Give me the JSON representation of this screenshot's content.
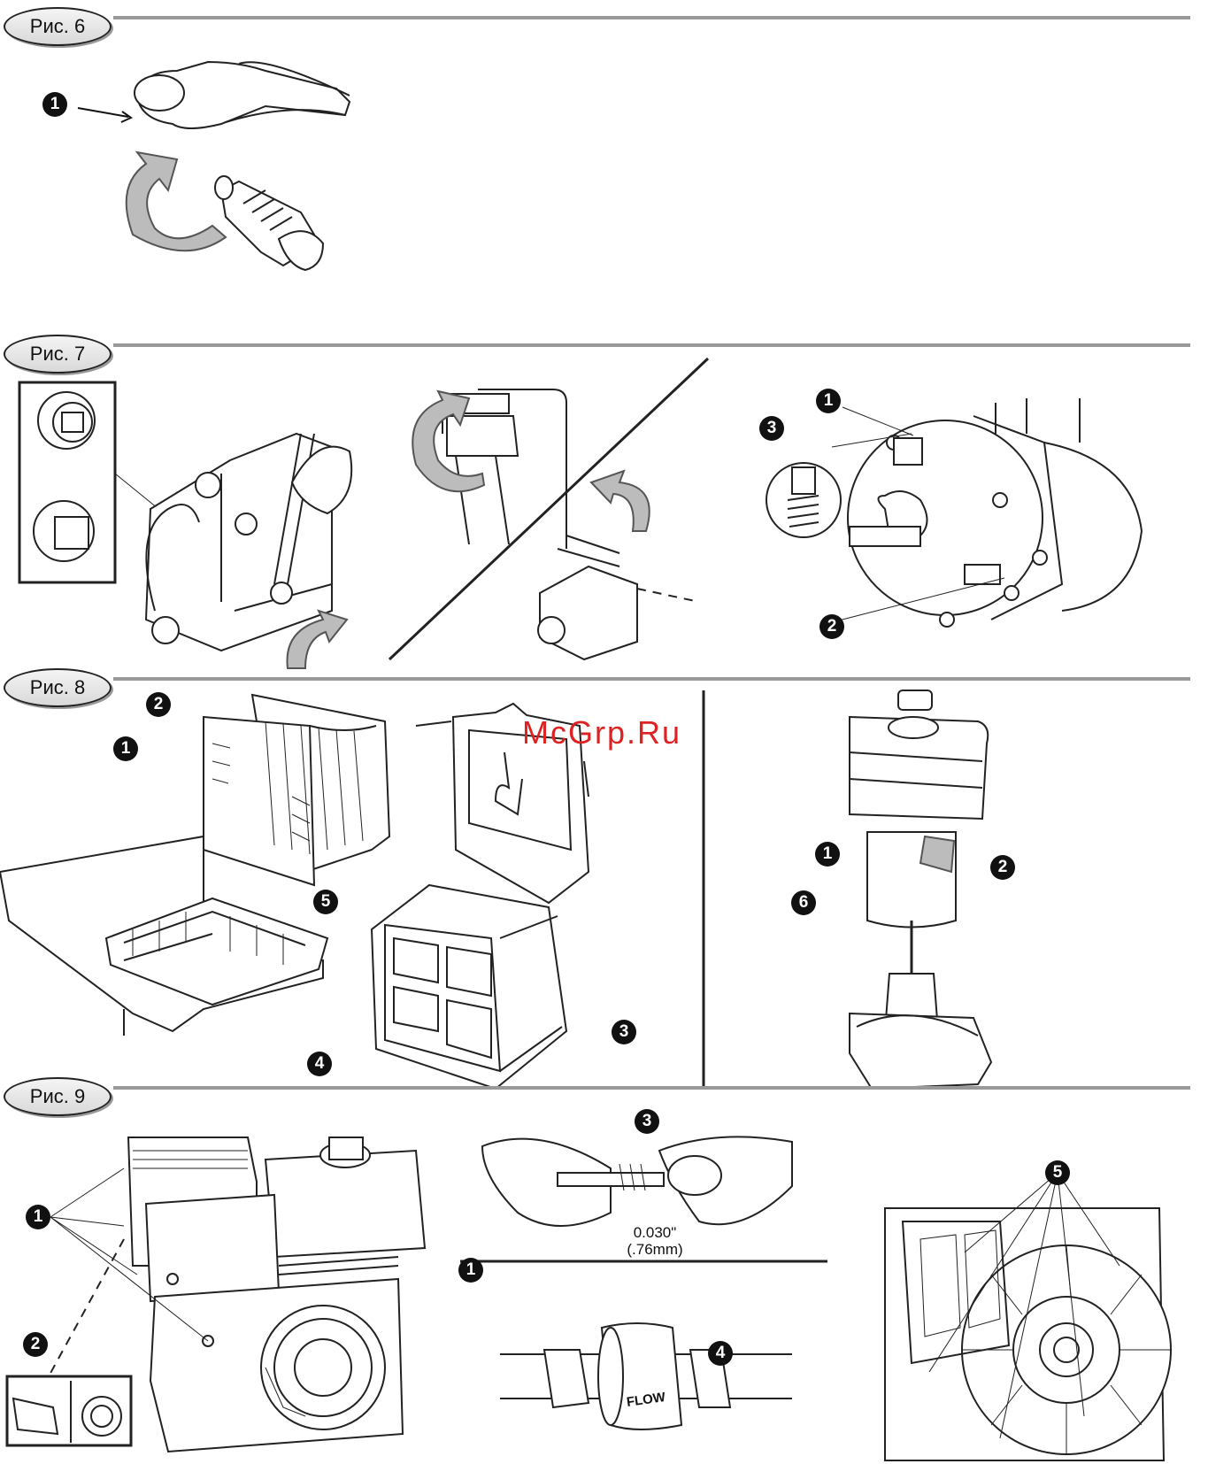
{
  "figures": [
    {
      "id": "fig6",
      "label": "Рис. 6"
    },
    {
      "id": "fig7",
      "label": "Рис. 7"
    },
    {
      "id": "fig8",
      "label": "Рис. 8"
    },
    {
      "id": "fig9",
      "label": "Рис. 9"
    }
  ],
  "callouts": {
    "one": "1",
    "two": "2",
    "three": "3",
    "four": "4",
    "five": "5",
    "six": "6"
  },
  "fig9": {
    "gap_inch": "0.030\"",
    "gap_mm": "(.76mm)",
    "flow_label": "FLOW"
  },
  "watermark": "McGrp.Ru"
}
